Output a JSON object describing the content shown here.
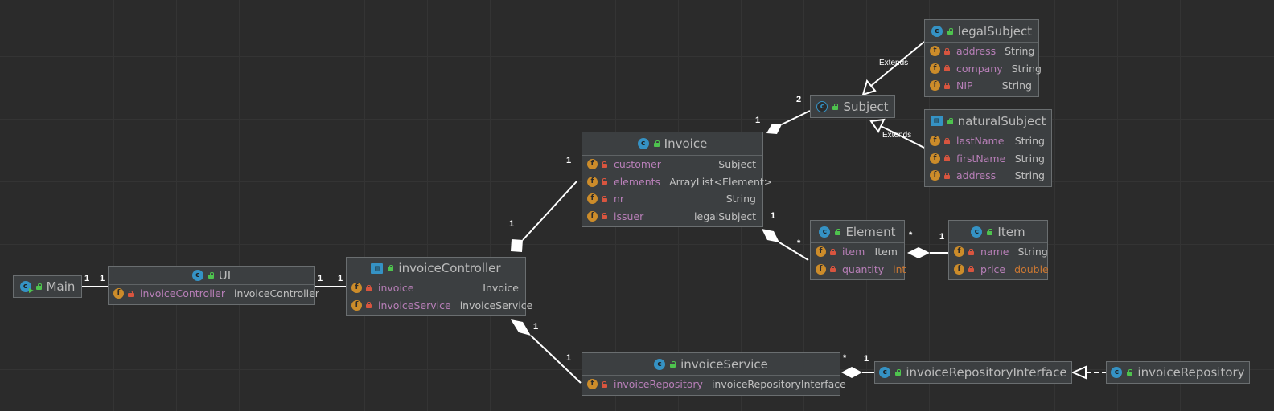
{
  "colors": {
    "background": "#2b2b2b",
    "node_fill": "#3c3f41",
    "edge": "#ffffff",
    "field_name": "#b87fb8",
    "primitive_type": "#cc7832",
    "class_icon": "#3592c4",
    "field_icon": "#cc8c2a"
  },
  "nodes": {
    "main": {
      "name": "Main",
      "icon": "main-class-icon"
    },
    "ui": {
      "name": "UI",
      "icon": "class-icon",
      "fields": [
        {
          "name": "invoiceController",
          "type": "invoiceController"
        }
      ]
    },
    "invoice_controller": {
      "name": "invoiceController",
      "icon": "struct-icon",
      "fields": [
        {
          "name": "invoice",
          "type": "Invoice"
        },
        {
          "name": "invoiceService",
          "type": "invoiceService"
        }
      ]
    },
    "invoice": {
      "name": "Invoice",
      "icon": "class-icon",
      "fields": [
        {
          "name": "customer",
          "type": "Subject"
        },
        {
          "name": "elements",
          "type": "ArrayList<Element>"
        },
        {
          "name": "nr",
          "type": "String"
        },
        {
          "name": "issuer",
          "type": "legalSubject"
        }
      ]
    },
    "subject": {
      "name": "Subject",
      "icon": "abstract-class-icon"
    },
    "legal_subject": {
      "name": "legalSubject",
      "icon": "class-icon",
      "fields": [
        {
          "name": "address",
          "type": "String"
        },
        {
          "name": "company",
          "type": "String"
        },
        {
          "name": "NIP",
          "type": "String"
        }
      ]
    },
    "natural_subject": {
      "name": "naturalSubject",
      "icon": "struct-icon",
      "fields": [
        {
          "name": "lastName",
          "type": "String"
        },
        {
          "name": "firstName",
          "type": "String"
        },
        {
          "name": "address",
          "type": "String"
        }
      ]
    },
    "element": {
      "name": "Element",
      "icon": "class-icon",
      "fields": [
        {
          "name": "item",
          "type": "Item"
        },
        {
          "name": "quantity",
          "type": "int"
        }
      ]
    },
    "item": {
      "name": "Item",
      "icon": "class-icon",
      "fields": [
        {
          "name": "name",
          "type": "String"
        },
        {
          "name": "price",
          "type": "double"
        }
      ]
    },
    "invoice_service": {
      "name": "invoiceService",
      "icon": "class-icon",
      "fields": [
        {
          "name": "invoiceRepository",
          "type": "invoiceRepositoryInterface"
        }
      ]
    },
    "invoice_repository_interface": {
      "name": "invoiceRepositoryInterface",
      "icon": "class-icon"
    },
    "invoice_repository": {
      "name": "invoiceRepository",
      "icon": "class-icon"
    }
  },
  "edges": [
    {
      "from": "Main",
      "to": "UI",
      "kind": "association",
      "from_mult": "1",
      "to_mult": "1"
    },
    {
      "from": "UI",
      "to": "invoiceController",
      "kind": "association",
      "from_mult": "1",
      "to_mult": "1"
    },
    {
      "from": "invoiceController",
      "to": "Invoice",
      "kind": "composition",
      "from_mult": "1",
      "to_mult": "1"
    },
    {
      "from": "invoiceController",
      "to": "invoiceService",
      "kind": "composition",
      "from_mult": "1",
      "to_mult": "1"
    },
    {
      "from": "Invoice",
      "to": "Subject",
      "kind": "composition",
      "from_mult": "1",
      "to_mult": "2"
    },
    {
      "from": "Invoice",
      "to": "Element",
      "kind": "composition",
      "from_mult": "1",
      "to_mult": "*"
    },
    {
      "from": "Item",
      "to": "Element",
      "kind": "composition",
      "from_mult": "1",
      "to_mult": "*"
    },
    {
      "from": "legalSubject",
      "to": "Subject",
      "kind": "generalization",
      "label": "Extends"
    },
    {
      "from": "naturalSubject",
      "to": "Subject",
      "kind": "generalization",
      "label": "Extends"
    },
    {
      "from": "invoiceRepositoryInterface",
      "to": "invoiceService",
      "kind": "composition",
      "from_mult": "1",
      "to_mult": "*"
    },
    {
      "from": "invoiceRepository",
      "to": "invoiceRepositoryInterface",
      "kind": "realization"
    }
  ]
}
